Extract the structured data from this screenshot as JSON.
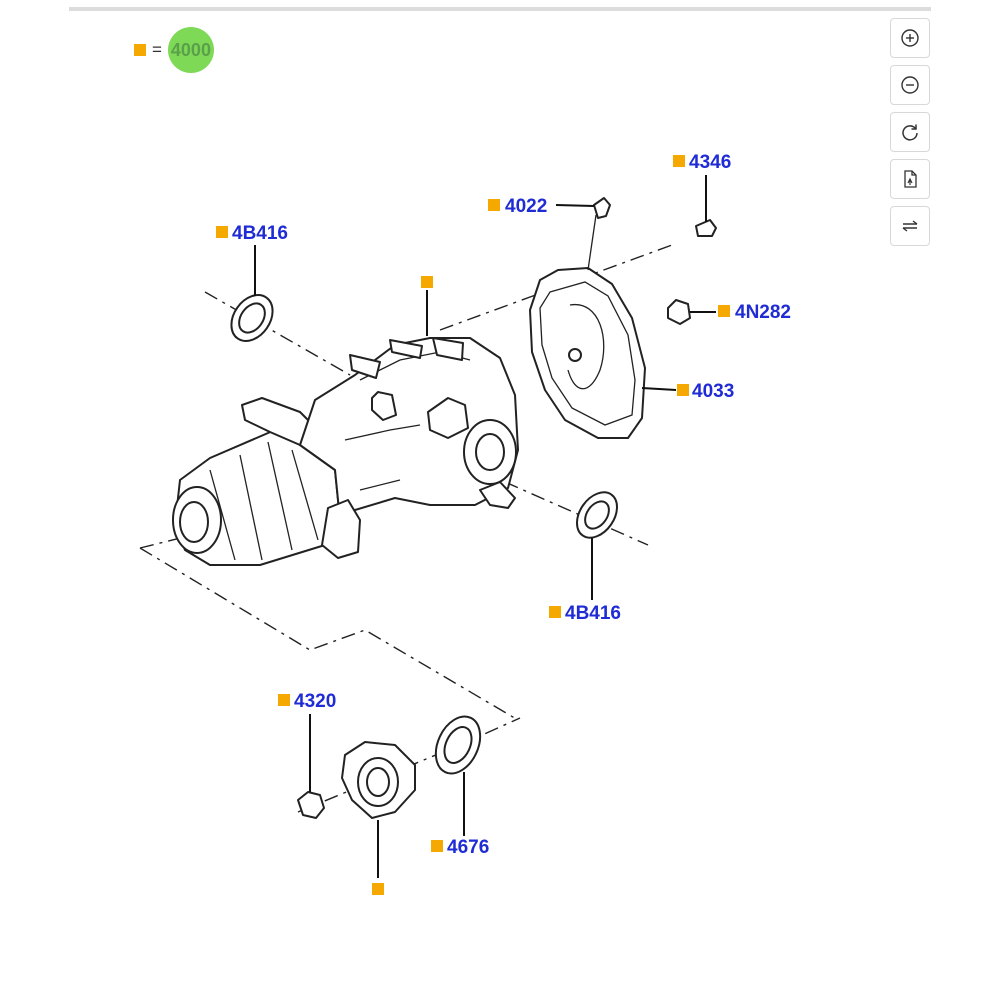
{
  "legend": {
    "equals": "=",
    "highlight": "4000"
  },
  "toolbar": [
    {
      "name": "zoom-in",
      "icon": "plus-circle-icon"
    },
    {
      "name": "zoom-out",
      "icon": "minus-circle-icon"
    },
    {
      "name": "rotate",
      "icon": "rotate-icon"
    },
    {
      "name": "document",
      "icon": "document-icon"
    },
    {
      "name": "swap",
      "icon": "swap-arrows-icon"
    }
  ],
  "callouts": [
    {
      "id": "4346",
      "text": "4346"
    },
    {
      "id": "4022",
      "text": "4022"
    },
    {
      "id": "4b416-top",
      "text": "4B416"
    },
    {
      "id": "unlabeled-housing",
      "text": ""
    },
    {
      "id": "4n282",
      "text": "4N282"
    },
    {
      "id": "4033",
      "text": "4033"
    },
    {
      "id": "4b416-bottom",
      "text": "4B416"
    },
    {
      "id": "4320",
      "text": "4320"
    },
    {
      "id": "4676",
      "text": "4676"
    },
    {
      "id": "unlabeled-flange",
      "text": ""
    }
  ],
  "colors": {
    "callout_square": "#f5a800",
    "callout_text": "#1f2bd4",
    "highlight": "#7ed957"
  }
}
